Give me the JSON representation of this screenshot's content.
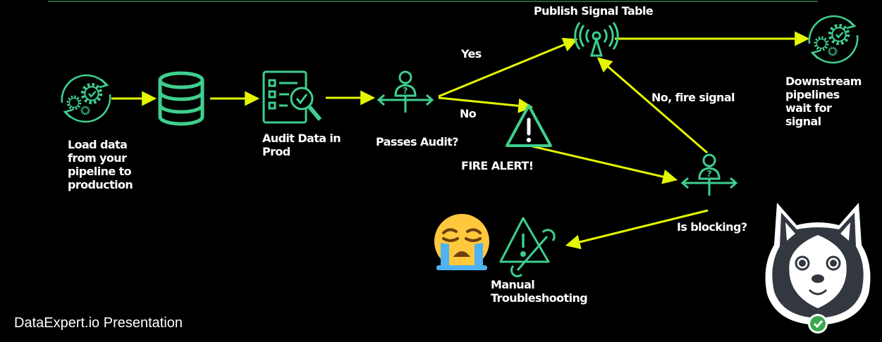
{
  "colors": {
    "background": "#000000",
    "node_stroke": "#3ecf8e",
    "arrow": "#e4f700",
    "text": "#ffffff",
    "top_rule": "#2e5e38",
    "alert": "#ffffff"
  },
  "nodes": {
    "load": {
      "icon": "gears-cycle-icon",
      "label": "Load data from your pipeline to production"
    },
    "database": {
      "icon": "database-icon"
    },
    "audit": {
      "icon": "audit-checklist-icon",
      "label": "Audit Data in Prod"
    },
    "passes_audit": {
      "icon": "decision-person-icon",
      "label": "Passes Audit?"
    },
    "publish": {
      "icon": "broadcast-signal-icon",
      "label": "Publish Signal Table"
    },
    "downstream": {
      "icon": "gears-cycle-icon",
      "label": "Downstream pipelines wait for signal"
    },
    "fire_alert": {
      "icon": "warning-triangle-icon",
      "label": "FIRE ALERT!"
    },
    "is_blocking": {
      "icon": "decision-person-icon",
      "label": "Is blocking?"
    },
    "manual": {
      "icon": "warning-wrench-icon",
      "label": "Manual Troubleshooting"
    },
    "crying": {
      "icon": "crying-face-emoji-icon"
    }
  },
  "edges": {
    "yes": "Yes",
    "no": "No",
    "no_fire_signal": "No, fire signal"
  },
  "footer": "DataExpert.io Presentation",
  "logo": {
    "icon": "husky-logo-icon"
  }
}
